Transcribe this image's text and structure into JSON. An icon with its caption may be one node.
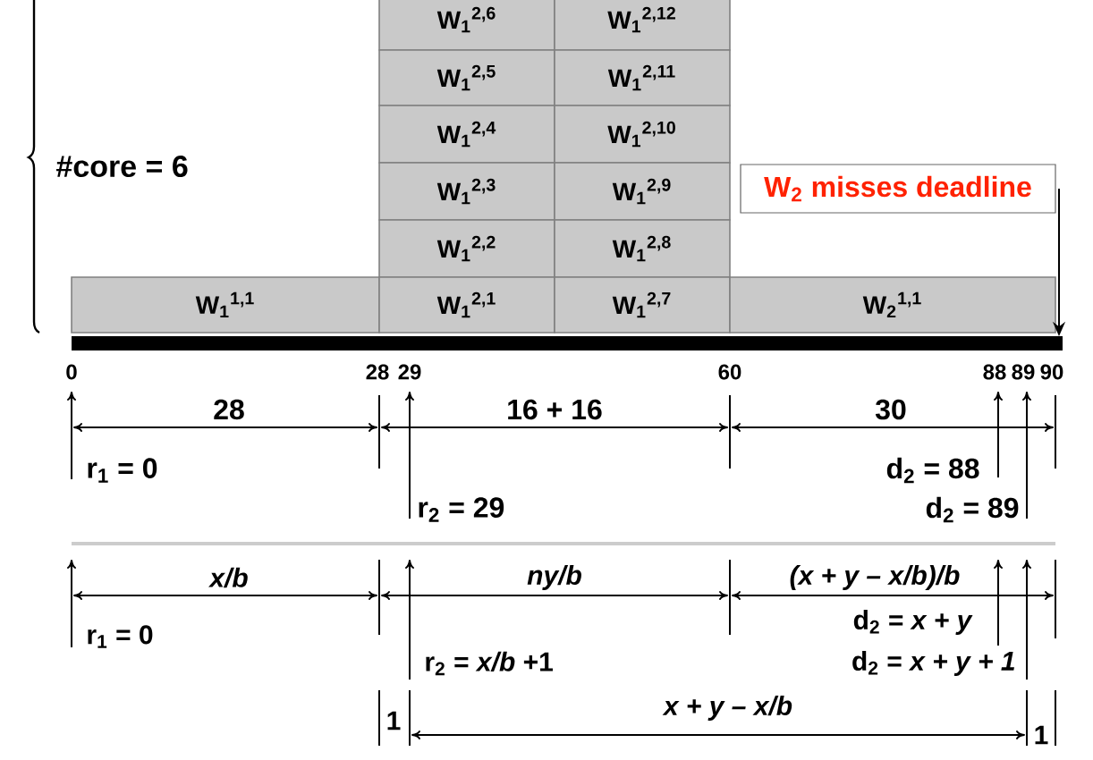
{
  "diagram": {
    "nodes": [
      {
        "text": [
          "W$_{1}$$^{2,6}$"
        ]
      },
      {
        "text": [
          "W$_{1}$$^{2,12}$"
        ]
      },
      {
        "text": [
          "W$_{1}$$^{2,5}$"
        ]
      },
      {
        "text": [
          "W$_{1}$$^{2,11}$"
        ]
      },
      {
        "text": [
          "W$_{1}$$^{2,4}$"
        ]
      },
      {
        "text": [
          "W$_{1}$$^{2,10}$"
        ]
      },
      {
        "text": [
          "W$_{1}$$^{2,3}$"
        ]
      },
      {
        "text": [
          "W$_{1}$$^{2,9}$"
        ]
      },
      {
        "text": [
          "W$_{2}$ misses deadline"
        ]
      },
      {
        "text": [
          "W$_{1}$$^{2,2}$"
        ]
      },
      {
        "text": [
          "W$_{1}$$^{2,8}$"
        ]
      },
      {
        "text": [
          "W$_{1}$$^{1,1}$"
        ]
      },
      {
        "text": [
          "W$_{1}$$^{2,1}$"
        ]
      },
      {
        "text": [
          "W$_{1}$$^{2,7}$"
        ]
      },
      {
        "text": [
          "W$_{2}$$^{1,1}$"
        ]
      },
      {
        "text": [],
        "shape": "bar"
      }
    ],
    "edges": [
      {
        "from": 8,
        "to": 15,
        "arrow": "to"
      }
    ],
    "labels": [
      "#core = 6",
      "0",
      "28",
      "29",
      "60",
      "88",
      "89",
      "90",
      "28",
      "16 + 16",
      "30",
      "r$_{1}$ = 0",
      "r$_{2}$ = 29",
      "d$_{2}$ = 88",
      "d$_{2}$ = 89",
      "x/b",
      "ny/b",
      "(x + y – x/b)/b",
      "r$_{1}$ = 0",
      "r$_{2}$ = *x/b* +1",
      "d$_{2}$ = *x + y*",
      "d$_{2}$ = *x + y + 1*",
      "1",
      "x + y – x/b",
      "1"
    ]
  }
}
